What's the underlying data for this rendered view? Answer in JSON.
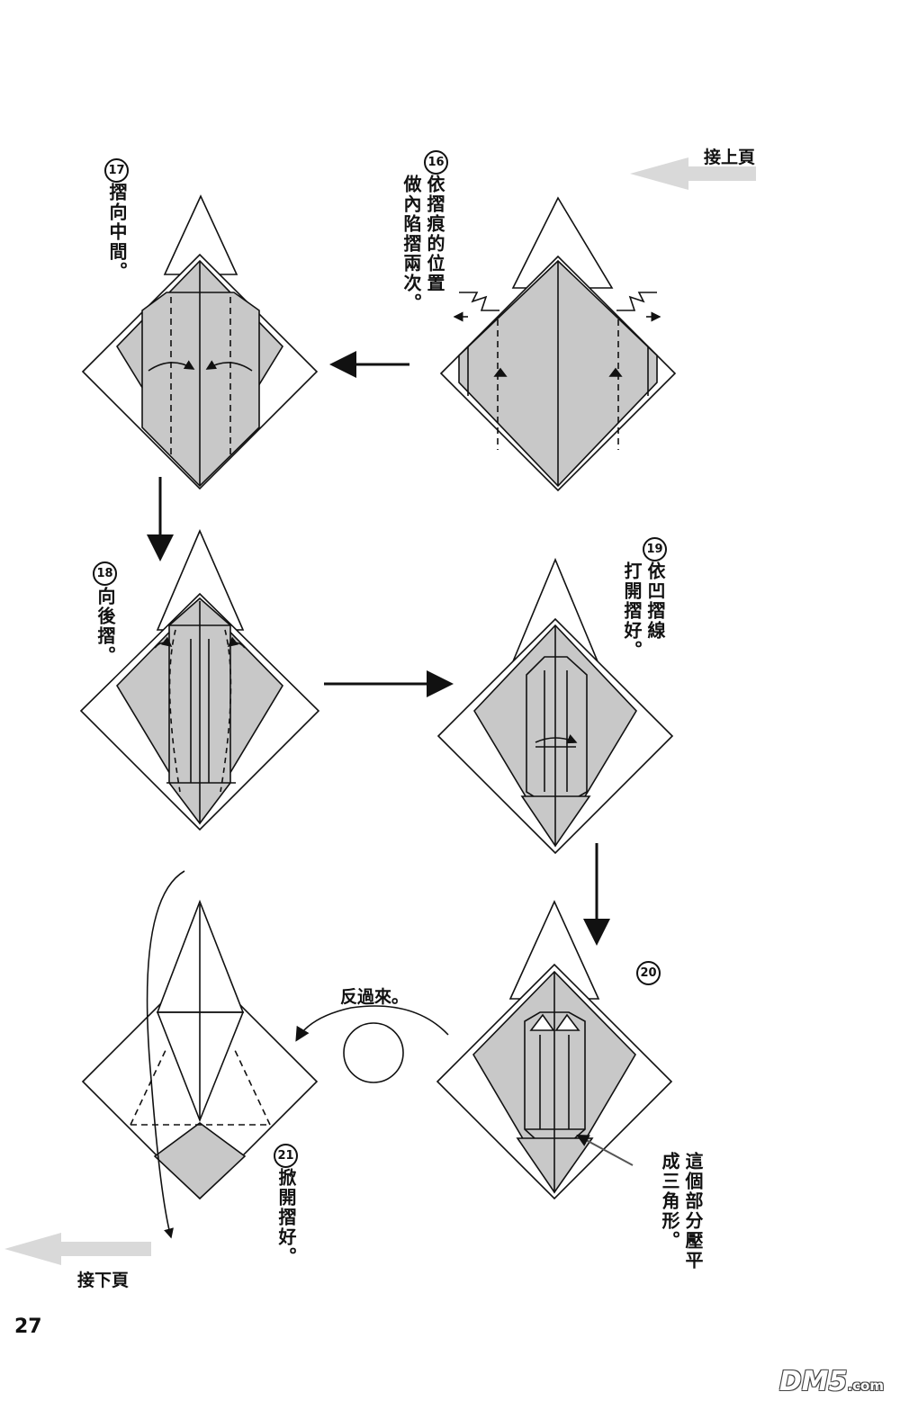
{
  "nav": {
    "continued_from": "接上頁",
    "continued_to": "接下頁"
  },
  "page_number": "27",
  "steps": [
    {
      "number": "16",
      "lines": [
        "依摺痕的位置",
        "做內陷摺兩次。"
      ]
    },
    {
      "number": "17",
      "lines": [
        "摺向中間。"
      ]
    },
    {
      "number": "18",
      "lines": [
        "向後摺。"
      ]
    },
    {
      "number": "19",
      "lines": [
        "依凹摺線",
        "打開摺好。"
      ]
    },
    {
      "number": "20",
      "lines": []
    },
    {
      "number": "21",
      "lines": [
        "掀開摺好。"
      ]
    }
  ],
  "notes": {
    "flip_over": "反過來。",
    "flatten_lines": [
      "這個部分壓平",
      "成三角形。"
    ]
  },
  "watermark": {
    "brand": "DM5",
    "suffix": ".com"
  },
  "colors": {
    "paper_gray": "#c8c8c8",
    "line": "#111111",
    "hint_arrow": "#d9d9d9"
  }
}
